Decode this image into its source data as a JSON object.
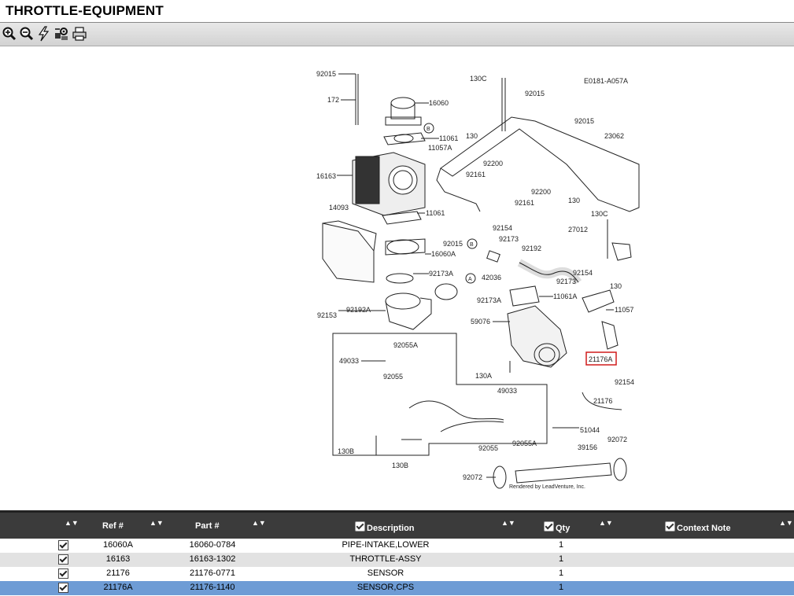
{
  "window": {
    "title": "THROTTLE-EQUIPMENT"
  },
  "toolbar": {
    "icons": [
      "zoom-in-icon",
      "zoom-out-icon",
      "lightning-icon",
      "settings-icon",
      "print-icon"
    ]
  },
  "diagram": {
    "code": "E0181-A057A",
    "credit": "Rendered by LeadVenture, Inc.",
    "highlight_color": "#d01c1c",
    "callouts": [
      "92015",
      "172",
      "16060",
      "11061",
      "11057A",
      "16163",
      "14093",
      "11061",
      "92015",
      "16060A",
      "92173A",
      "92153",
      "92192A",
      "130C",
      "130",
      "92015",
      "92015",
      "23062",
      "92200",
      "92161",
      "92200",
      "92161",
      "130",
      "130C",
      "92154",
      "27012",
      "92173",
      "92192",
      "42036",
      "92173",
      "92154",
      "130",
      "92173A",
      "11061A",
      "11057",
      "59076",
      "21176A",
      "92154",
      "92055A",
      "49033",
      "92055",
      "130A",
      "49033",
      "21176",
      "51044",
      "92072",
      "92055",
      "92055A",
      "39156",
      "130B",
      "130B",
      "92072"
    ]
  },
  "table": {
    "headers": {
      "ref": "Ref #",
      "part": "Part #",
      "description": "Description",
      "qty": "Qty",
      "context": "Context Note"
    },
    "sort_glyph": "▲▼",
    "header_bg": "#3b3b3b",
    "selected_bg": "#6e9cd5",
    "rows": [
      {
        "ref": "16060A",
        "part": "16060-0784",
        "description": "PIPE-INTAKE,LOWER",
        "qty": "1",
        "context": ""
      },
      {
        "ref": "16163",
        "part": "16163-1302",
        "description": "THROTTLE-ASSY",
        "qty": "1",
        "context": ""
      },
      {
        "ref": "21176",
        "part": "21176-0771",
        "description": "SENSOR",
        "qty": "1",
        "context": ""
      },
      {
        "ref": "21176A",
        "part": "21176-1140",
        "description": "SENSOR,CPS",
        "qty": "1",
        "context": ""
      }
    ]
  }
}
